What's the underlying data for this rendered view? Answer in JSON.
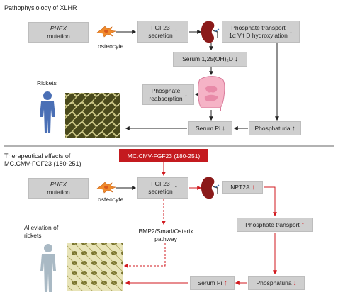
{
  "top": {
    "title": "Pathophysiology of XLHR",
    "phex_line1": "PHEX",
    "phex_line2": "mutation",
    "osteocyte": "osteocyte",
    "fgf23_line1": "FGF23",
    "fgf23_line2": "secretion",
    "phosphate_transport_line1": "Phosphate transport",
    "phosphate_transport_line2": "1α Vit D hydroxylation",
    "serum_vitd": "Serum 1,25(OH)₂D",
    "phos_reabs_line1": "Phosphate",
    "phos_reabs_line2": "reabsorption",
    "rickets": "Rickets",
    "serum_pi": "Serum Pi",
    "phosphaturia": "Phosphaturia"
  },
  "bottom": {
    "title_line1": "Therapeutical effects of",
    "title_line2": "MC.CMV-FGF23 (180-251)",
    "treatment": "MC.CMV-FGF23 (180-251)",
    "phex_line1": "PHEX",
    "phex_line2": "mutation",
    "osteocyte": "osteocyte",
    "fgf23_line1": "FGF23",
    "fgf23_line2": "secretion",
    "npt2a": "NPT2A",
    "bmp_line1": "BMP2/Smad/Osterix",
    "bmp_line2": "pathway",
    "alleviation_line1": "Alleviation of",
    "alleviation_line2": "rickets",
    "phosphate_transport": "Phosphate transport",
    "serum_pi": "Serum Pi",
    "phosphaturia": "Phosphaturia"
  },
  "arrows": {
    "up": "↑",
    "down": "↓"
  },
  "colors": {
    "box_gray": "#cfcfcf",
    "treatment_red": "#c41a1f",
    "arrow_red": "#d11a1f",
    "kidney": "#8b1a1a",
    "intestine": "#f2a0b8",
    "figure_blue": "#4a6fb5",
    "figure_gray": "#a9b9c4",
    "bone": "#6b6a2e"
  }
}
